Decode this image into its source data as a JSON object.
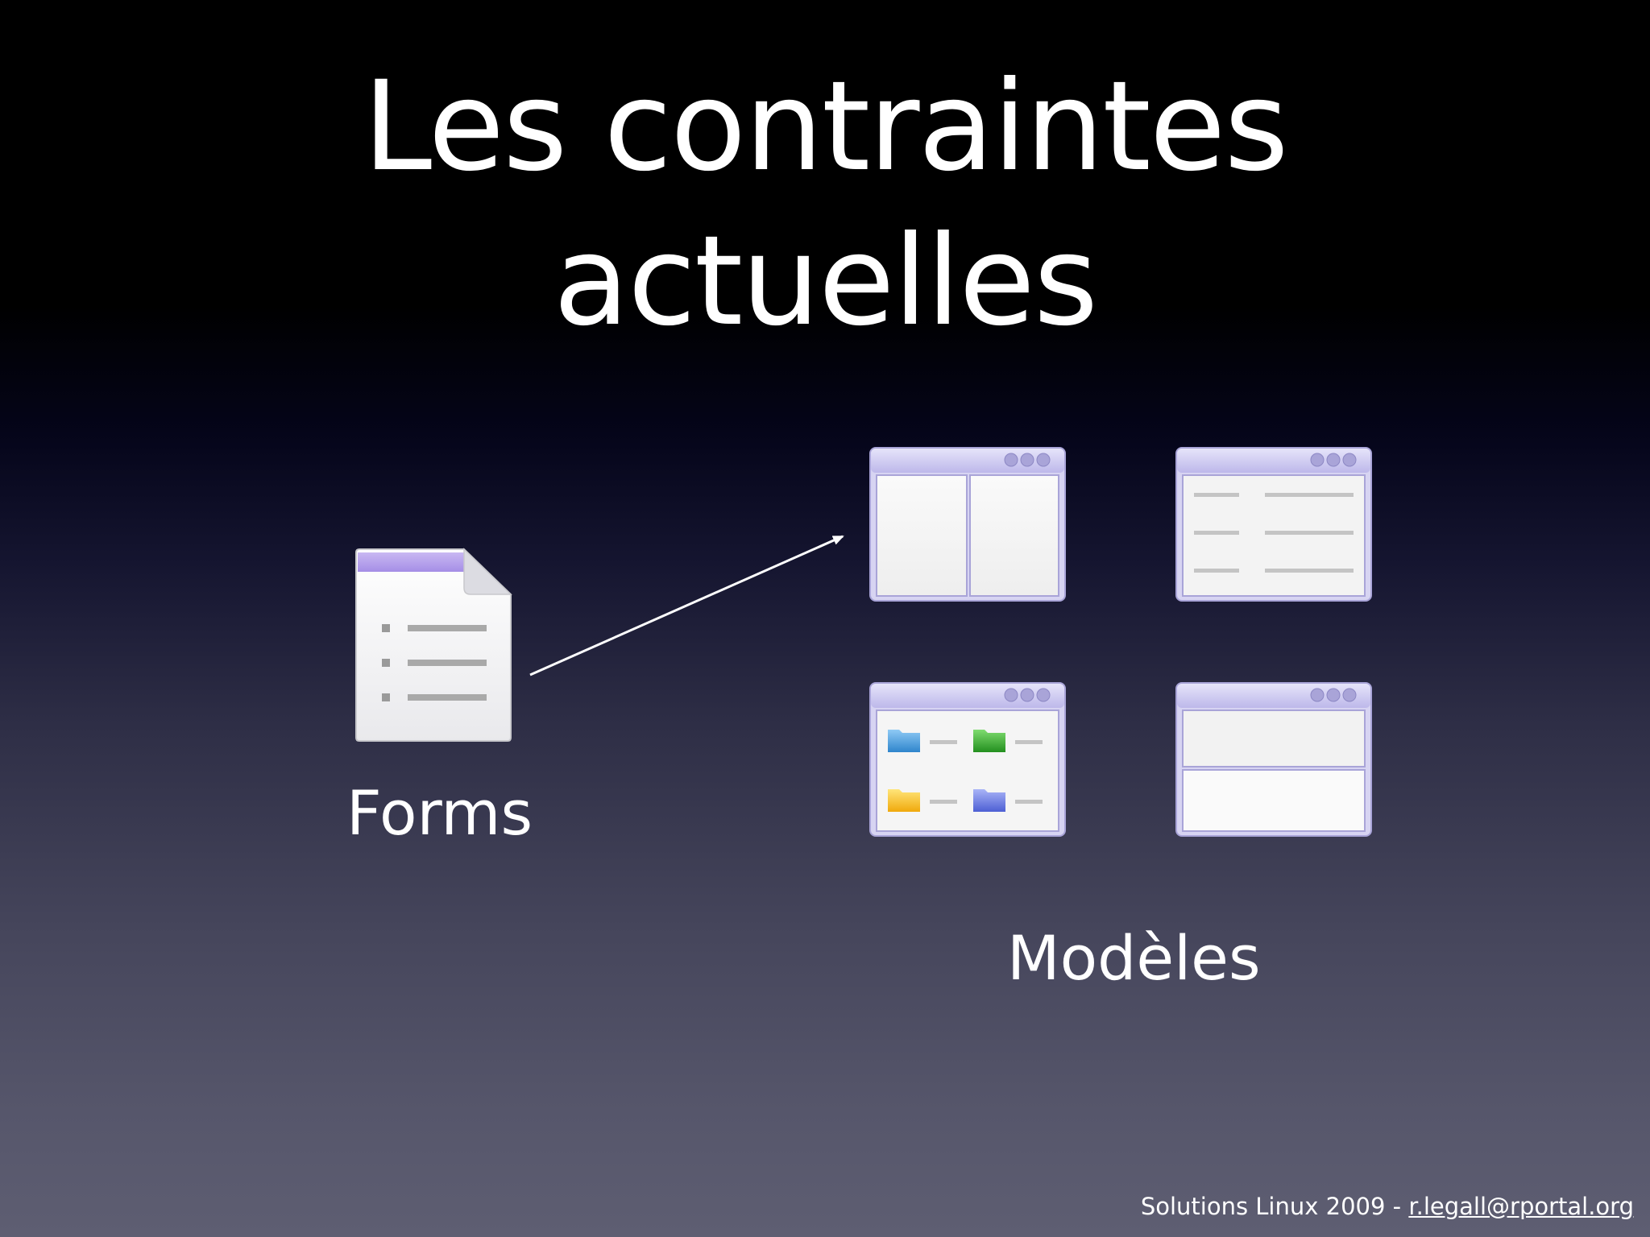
{
  "slide": {
    "title_line1": "Les contraintes",
    "title_line2": "actuelles",
    "forms_label": "Forms",
    "models_label": "Modèles",
    "footer_text": "Solutions Linux 2009 - ",
    "footer_link": "r.legall@rportal.org"
  },
  "icons": {
    "document": "form-document-icon",
    "templates": [
      "split-pane-window-icon",
      "list-window-icon",
      "folders-window-icon",
      "stacked-pane-window-icon"
    ]
  },
  "colors": {
    "title_text": "#ffffff",
    "window_accent": "#b9b6e6",
    "folder_blue": "#4fa3e0",
    "folder_green": "#3bb33b",
    "folder_yellow": "#f4c21a",
    "folder_purple": "#6f7ee0"
  }
}
